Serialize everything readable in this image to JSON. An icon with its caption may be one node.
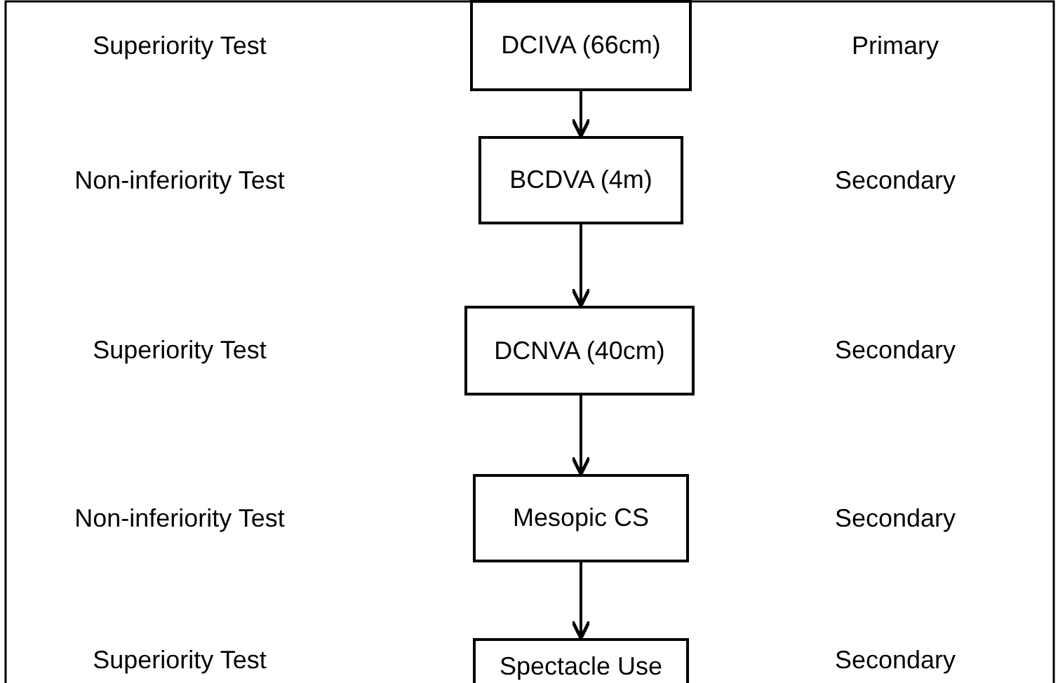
{
  "diagram": {
    "nodes": [
      {
        "text": [
          "DCIVA (66cm)"
        ]
      },
      {
        "text": [
          "BCDVA (4m)"
        ]
      },
      {
        "text": [
          "DCNVA (40cm)"
        ]
      },
      {
        "text": [
          "Mesopic CS"
        ]
      },
      {
        "text": [
          "Spectacle Use"
        ]
      }
    ],
    "edges": [
      {
        "from": 0,
        "to": 1,
        "arrow": "to"
      },
      {
        "from": 1,
        "to": 2,
        "arrow": "to"
      },
      {
        "from": 2,
        "to": 3,
        "arrow": "to"
      },
      {
        "from": 3,
        "to": 4,
        "arrow": "to"
      }
    ],
    "labels": [
      "Superiority Test",
      "Primary",
      "Non-inferiority Test",
      "Secondary",
      "Superiority Test",
      "Secondary",
      "Non-inferiority Test",
      "Secondary",
      "Superiority Test",
      "Secondary"
    ]
  }
}
